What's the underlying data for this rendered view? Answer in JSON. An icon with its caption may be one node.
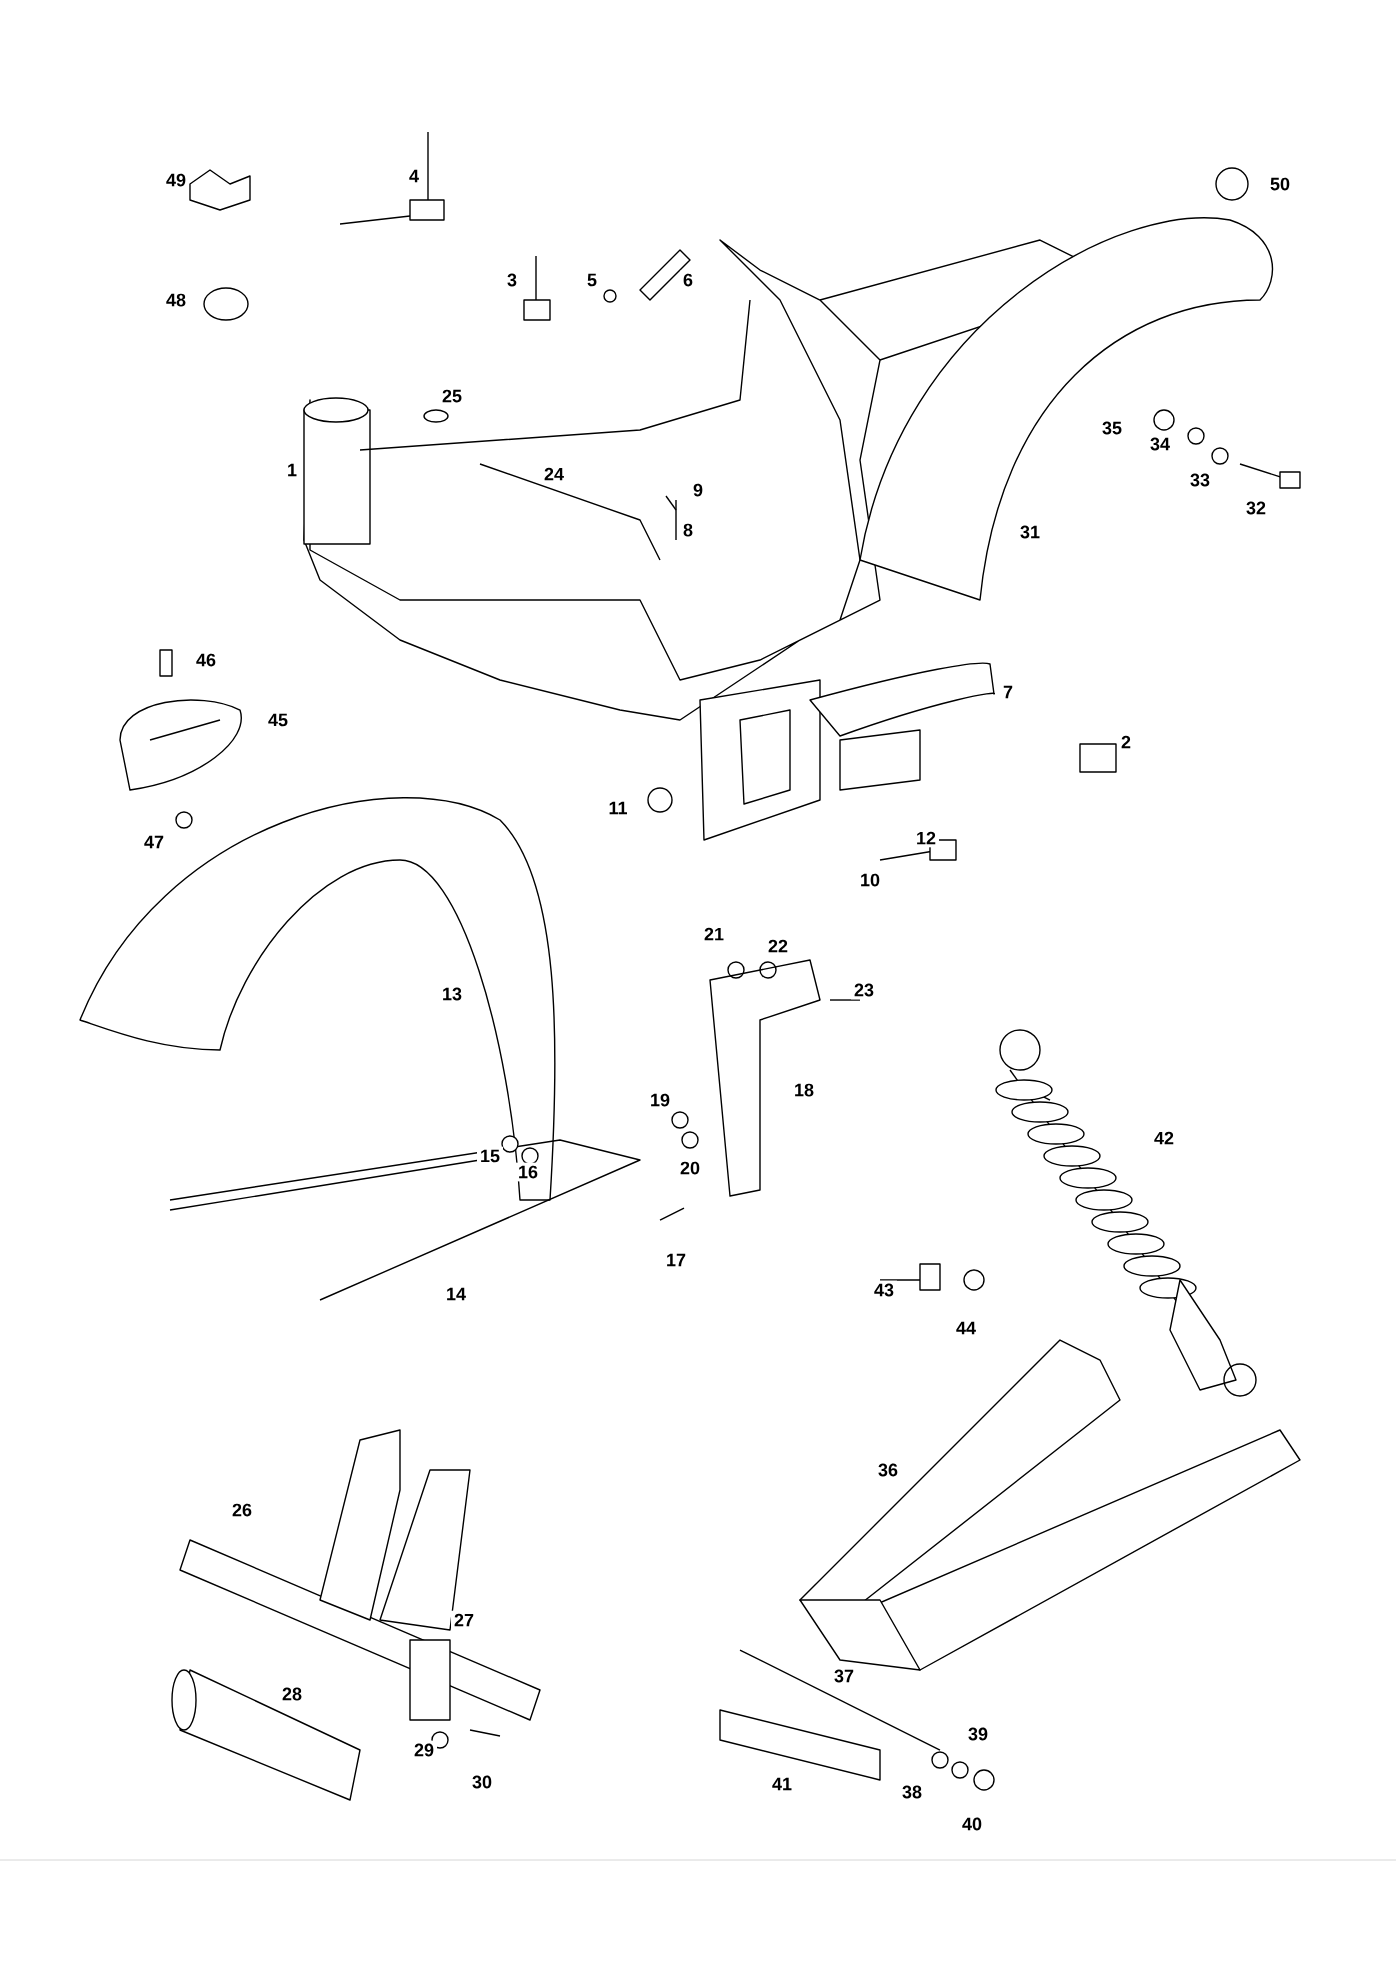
{
  "diagram": {
    "labels": [
      "49",
      "4",
      "50",
      "48",
      "3",
      "5",
      "6",
      "25",
      "35",
      "34",
      "1",
      "24",
      "33",
      "9",
      "32",
      "8",
      "31",
      "46",
      "7",
      "45",
      "2",
      "11",
      "47",
      "12",
      "10",
      "21",
      "22",
      "23",
      "13",
      "18",
      "19",
      "42",
      "15",
      "20",
      "16",
      "17",
      "43",
      "14",
      "44",
      "36",
      "26",
      "27",
      "37",
      "28",
      "39",
      "29",
      "30",
      "41",
      "38",
      "40"
    ]
  }
}
